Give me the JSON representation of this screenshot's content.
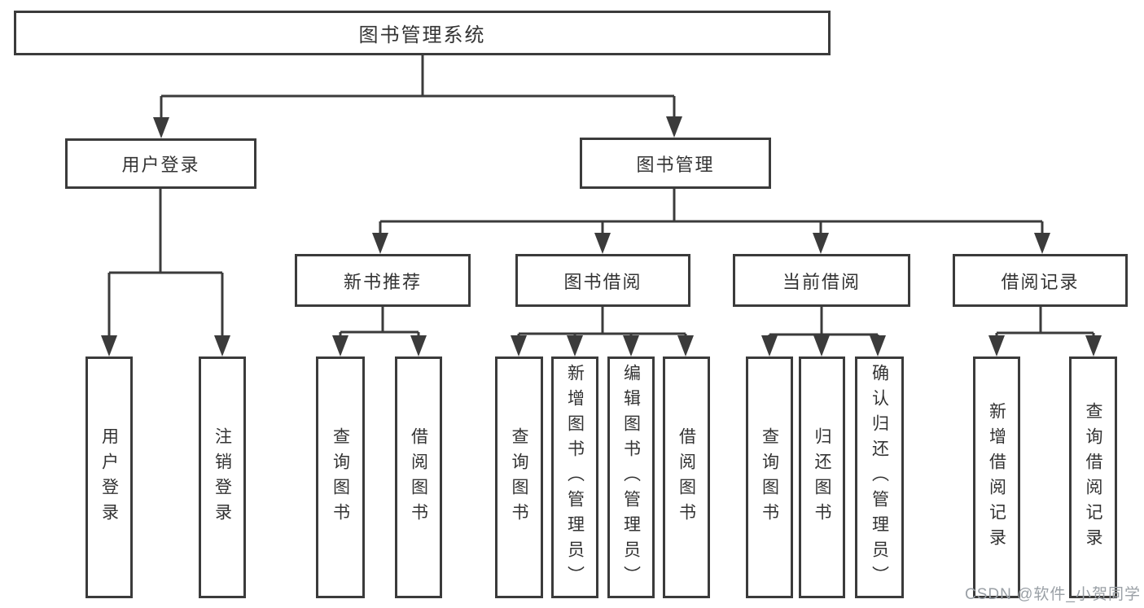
{
  "diagram": {
    "root": "图书管理系统",
    "user_login": {
      "label": "用户登录",
      "children": [
        "用户登录",
        "注销登录"
      ]
    },
    "book_mgmt": {
      "label": "图书管理",
      "new_book": {
        "label": "新书推荐",
        "children": [
          "查询图书",
          "借阅图书"
        ]
      },
      "borrow": {
        "label": "图书借阅",
        "children": [
          "查询图书",
          "新增图书（管理员）",
          "编辑图书（管理员）",
          "借阅图书"
        ]
      },
      "current": {
        "label": "当前借阅",
        "children": [
          "查询图书",
          "归还图书",
          "确认归还（管理员）"
        ]
      },
      "records": {
        "label": "借阅记录",
        "children": [
          "新增借阅记录",
          "查询借阅记录"
        ]
      }
    }
  },
  "watermark": "CSDN @软件_小贺同学",
  "colors": {
    "line": "#3b3b3b",
    "text": "#333333",
    "watermark": "#9aa0a6",
    "background": "#ffffff"
  }
}
